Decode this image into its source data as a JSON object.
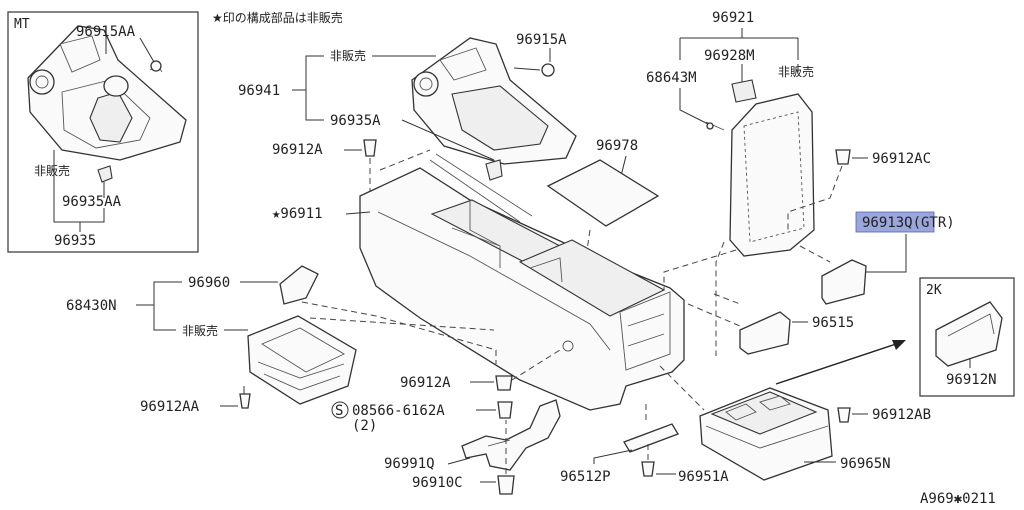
{
  "header_note": "★印の構成部品は非販売",
  "ref_code": "A969✱0211",
  "inset_mt": {
    "title": "MT",
    "labels": [
      "96915AA",
      "非販売",
      "96935AA",
      "96935"
    ]
  },
  "inset_2k": {
    "title": "2K",
    "labels": [
      "96912N"
    ]
  },
  "labels": {
    "l_96915A": "96915A",
    "l_nonsale_top": "非販売",
    "l_96941": "96941",
    "l_96935A": "96935A",
    "l_96912A_top": "96912A",
    "l_96978": "96978",
    "l_96921": "96921",
    "l_96928M": "96928M",
    "l_68643M": "68643M",
    "l_nonsale_right": "非販売",
    "l_96912AC": "96912AC",
    "l_96911": "★96911",
    "l_96913Q": "96913Q(GTR)",
    "l_96960": "96960",
    "l_68430N": "68430N",
    "l_nonsale_left": "非販売",
    "l_96515": "96515",
    "l_96912A_mid": "96912A",
    "l_96912AA": "96912AA",
    "l_08566": "08566-6162A",
    "l_qty2": "(2)",
    "l_96912AB": "96912AB",
    "l_96991Q": "96991Q",
    "l_96910C": "96910C",
    "l_96512P": "96512P",
    "l_96951A": "96951A",
    "l_96965N": "96965N"
  },
  "highlight": {
    "target": "96913Q",
    "color": "#9aa6dc"
  }
}
